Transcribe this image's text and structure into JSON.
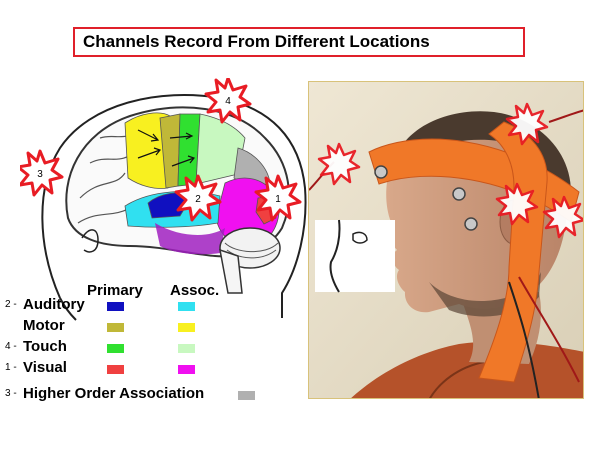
{
  "title": "Channels Record From Different Locations",
  "legend": {
    "primary_header": "Primary",
    "assoc_header": "Assoc.",
    "rows": [
      {
        "number": "2 -",
        "label": "Auditory",
        "primary_color": "#1010c0",
        "assoc_color": "#30e0f0"
      },
      {
        "number": "",
        "label": "Motor",
        "primary_color": "#c0b838",
        "assoc_color": "#f8f020"
      },
      {
        "number": "4 -",
        "label": "Touch",
        "primary_color": "#30e030",
        "assoc_color": "#c8f8c0"
      },
      {
        "number": "1 -",
        "label": "Visual",
        "primary_color": "#f04040",
        "assoc_color": "#f010f0"
      },
      {
        "number": "3 -",
        "label": "Higher Order Association",
        "primary_color": "",
        "assoc_color": "#b0b0b0"
      }
    ]
  },
  "brain_markers": [
    {
      "label": "1"
    },
    {
      "label": "2"
    },
    {
      "label": "3"
    },
    {
      "label": "4"
    }
  ],
  "colors": {
    "title_border": "#e0202a",
    "starburst_fill": "#e81c24",
    "headband": "#f07828",
    "frame": "#d8c27a"
  }
}
